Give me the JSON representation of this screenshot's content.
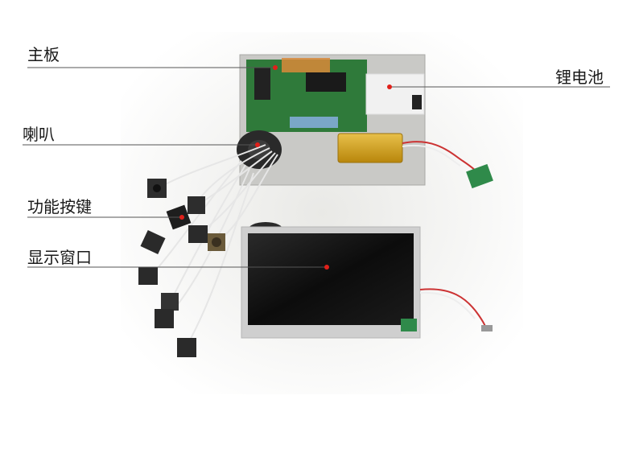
{
  "labels": {
    "mainboard": "主板",
    "speaker": "喇叭",
    "buttons": "功能按键",
    "display": "显示窗口",
    "battery": "锂电池"
  },
  "colors": {
    "leader_line": "#555555",
    "marker_dot": "#e0201a",
    "pcb": "#2f7a3a",
    "screen": "#111111",
    "battery": "#d9a520",
    "cable_red": "#c33",
    "cable_white": "#eeeeee"
  }
}
